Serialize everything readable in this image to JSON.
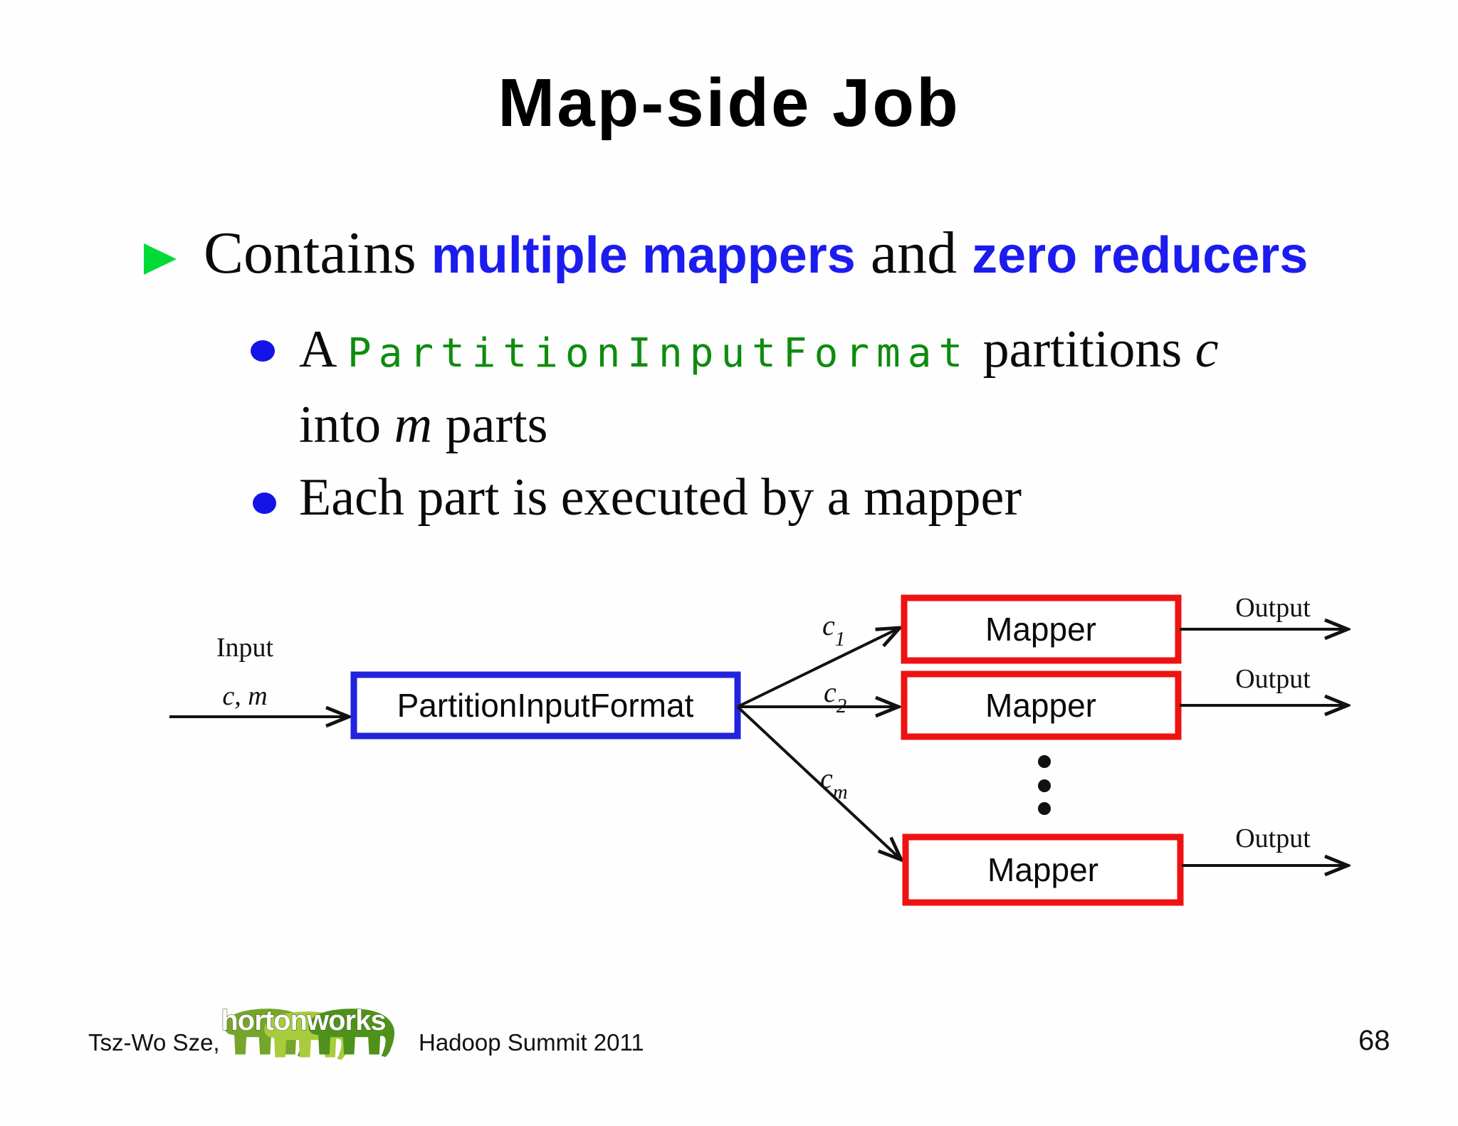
{
  "slide_title": "Map-side Job",
  "bullets": {
    "main": {
      "pre": "Contains ",
      "strong1": "multiple mappers",
      "mid": " and ",
      "strong2": "zero reducers"
    },
    "sub1_line1": {
      "pre": "A ",
      "code": "PartitionInputFormat",
      "mid": " partitions ",
      "var": "c"
    },
    "sub1_line2": {
      "pre": "into ",
      "var": "m",
      "post": " parts"
    },
    "sub2": "Each part is executed by a mapper"
  },
  "diagram": {
    "input_label": "Input",
    "input_args": "c, m",
    "partition_box_label": "PartitionInputFormat",
    "edges": [
      {
        "base": "c",
        "sub": "1"
      },
      {
        "base": "c",
        "sub": "2"
      },
      {
        "base": "c",
        "sub": "m"
      }
    ],
    "mappers": [
      {
        "label": "Mapper"
      },
      {
        "label": "Mapper"
      },
      {
        "label": "Mapper"
      }
    ],
    "outputs": [
      {
        "label": "Output"
      },
      {
        "label": "Output"
      },
      {
        "label": "Output"
      }
    ]
  },
  "footer": {
    "author": "Tsz-Wo Sze,",
    "logo_text": "hortonworks",
    "event": "Hadoop Summit 2011",
    "page": "68"
  },
  "colors": {
    "accent_blue": "#1c1cef",
    "code_green": "#0e8c0e",
    "box_blue": "#2323dd",
    "box_red": "#ee1212",
    "bullet_triangle_green": "#00dc35",
    "bullet_dot_blue": "#1414e6",
    "logo_green_back": "#76a52b",
    "logo_green_mid": "#a9cc3c",
    "logo_green_front": "#4f921b"
  }
}
